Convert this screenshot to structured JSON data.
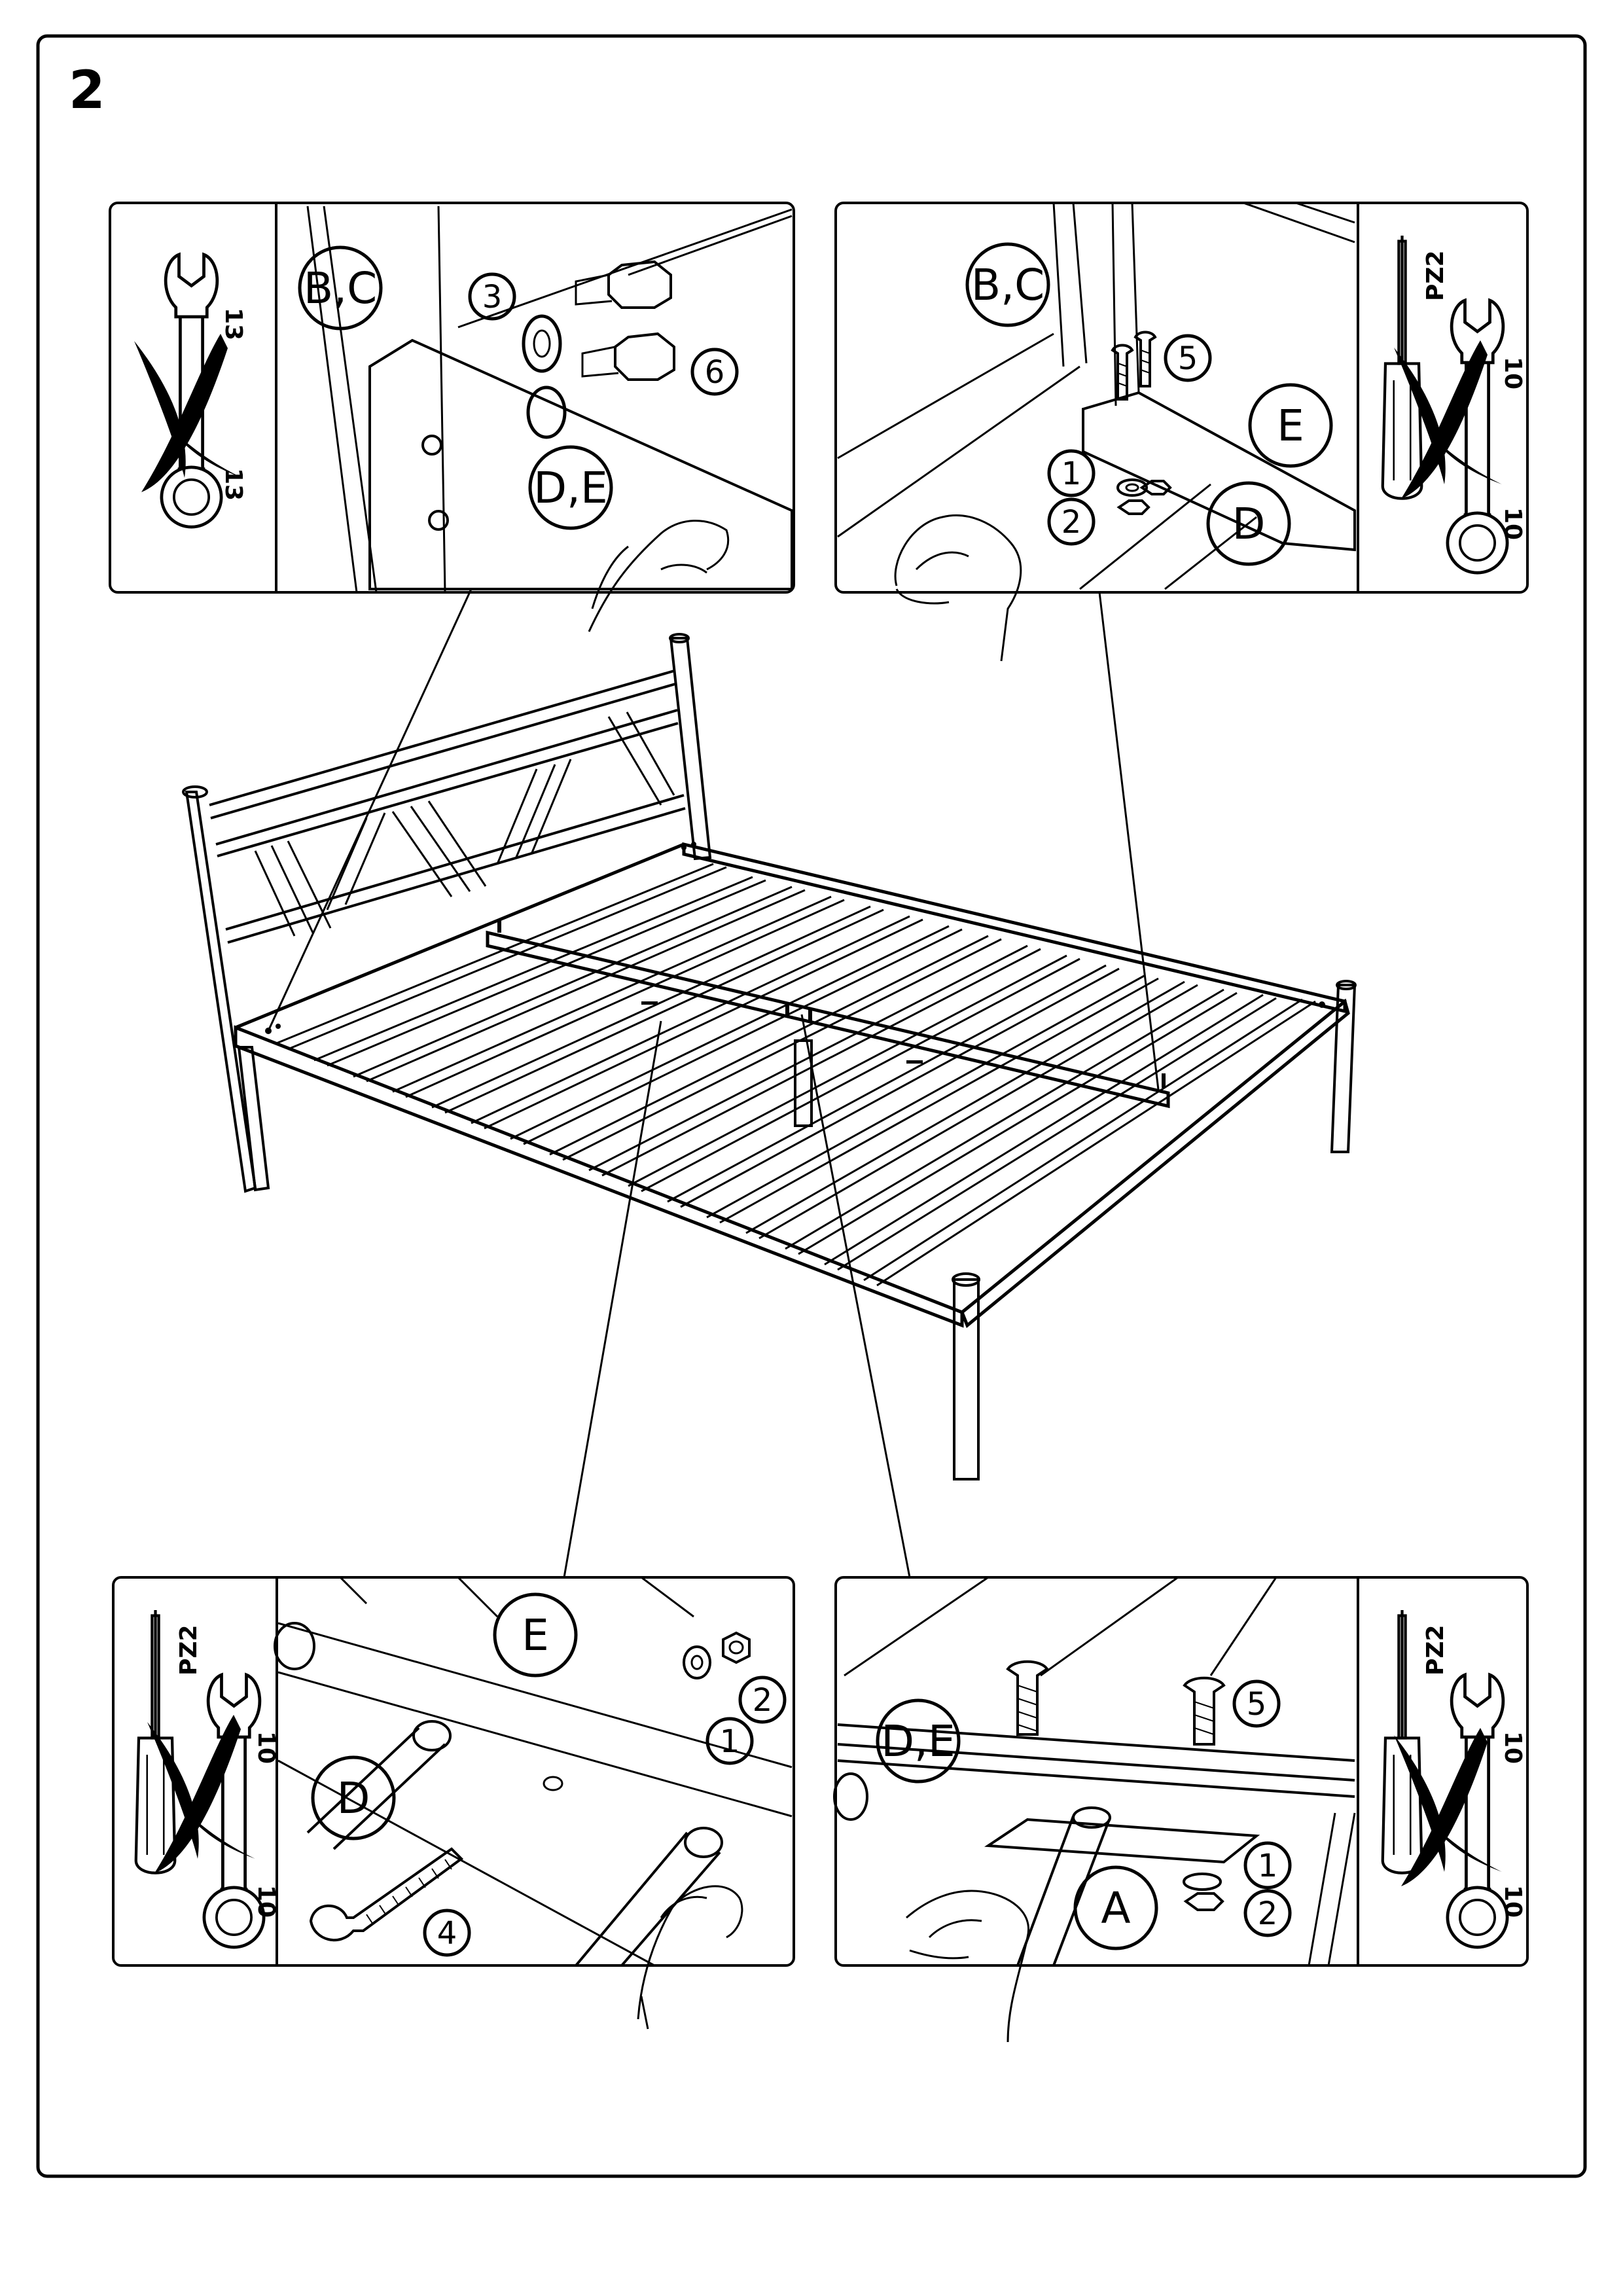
{
  "step_number": "2",
  "panels": {
    "top_left": {
      "tool_size_top": "13",
      "tool_size_bottom": "13",
      "labels": [
        "B,C",
        "D,E"
      ],
      "part_numbers": [
        "3",
        "6"
      ]
    },
    "top_right": {
      "tool_screwdriver": "PZ2",
      "tool_size_top": "10",
      "tool_size_bottom": "10",
      "labels": [
        "B,C",
        "E",
        "D"
      ],
      "part_numbers": [
        "5",
        "1",
        "2"
      ]
    },
    "bottom_left": {
      "tool_screwdriver": "PZ2",
      "tool_size_top": "10",
      "tool_size_bottom": "10",
      "labels": [
        "E",
        "D"
      ],
      "part_numbers": [
        "2",
        "1",
        "4"
      ]
    },
    "bottom_right": {
      "tool_screwdriver": "PZ2",
      "tool_size_top": "10",
      "tool_size_bottom": "10",
      "labels": [
        "D,E",
        "A"
      ],
      "part_numbers": [
        "5",
        "1",
        "2"
      ]
    }
  }
}
